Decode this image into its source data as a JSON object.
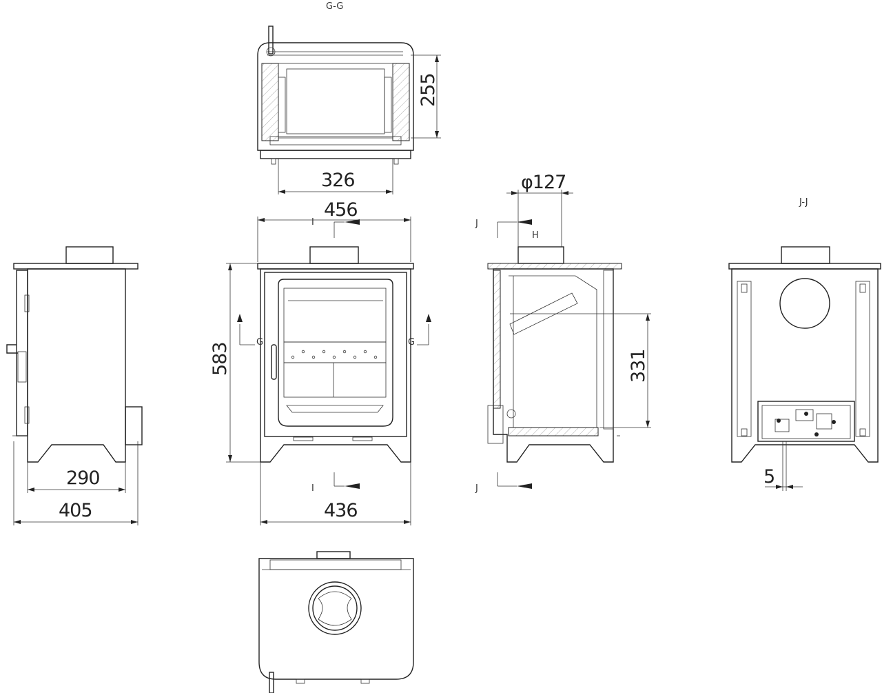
{
  "section_labels": {
    "gg": "G-G",
    "jj": "J-J",
    "h": "H"
  },
  "markers": {
    "g_left": "G",
    "g_right": "G",
    "i_top": "I",
    "i_bottom": "I",
    "j_top": "J",
    "j_bottom": "J"
  },
  "dimensions": {
    "firebox_depth": "255",
    "firebox_width": "326",
    "top_width": "456",
    "flue_diameter": "φ127",
    "height": "583",
    "firebox_height": "331",
    "leg_span": "290",
    "depth": "405",
    "base_width": "436",
    "rear_offset": "5"
  }
}
